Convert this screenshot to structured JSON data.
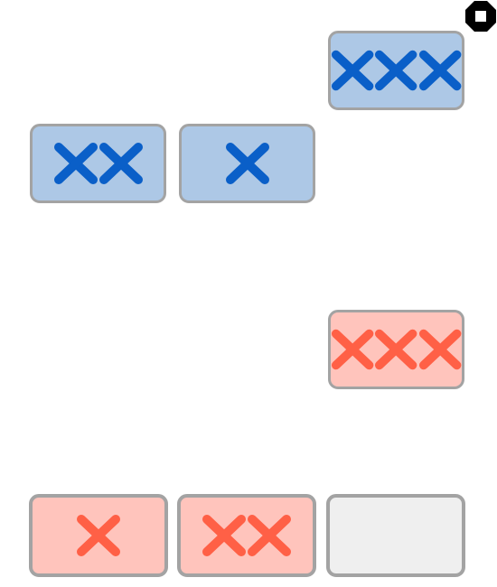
{
  "colors": {
    "blue_fill": "#adc8e6",
    "blue_mark": "#0a5fc8",
    "red_fill": "#ffc4bc",
    "red_mark": "#ff6046",
    "empty_fill": "#efefef",
    "border": "#a3a3a3"
  },
  "stop_button": {
    "icon": "octagon-stop-icon"
  },
  "tiles": [
    {
      "id": "blue-top-right",
      "team": "blue",
      "marks": 3,
      "symbol": "x"
    },
    {
      "id": "blue-mid-left",
      "team": "blue",
      "marks": 2,
      "symbol": "x"
    },
    {
      "id": "blue-mid-center",
      "team": "blue",
      "marks": 1,
      "symbol": "x"
    },
    {
      "id": "red-mid-right",
      "team": "red",
      "marks": 3,
      "symbol": "x"
    },
    {
      "id": "red-bottom-left",
      "team": "red",
      "marks": 1,
      "symbol": "x"
    },
    {
      "id": "red-bottom-center",
      "team": "red",
      "marks": 2,
      "symbol": "x"
    },
    {
      "id": "empty-bottom-right",
      "team": "empty",
      "marks": 0,
      "symbol": ""
    }
  ]
}
